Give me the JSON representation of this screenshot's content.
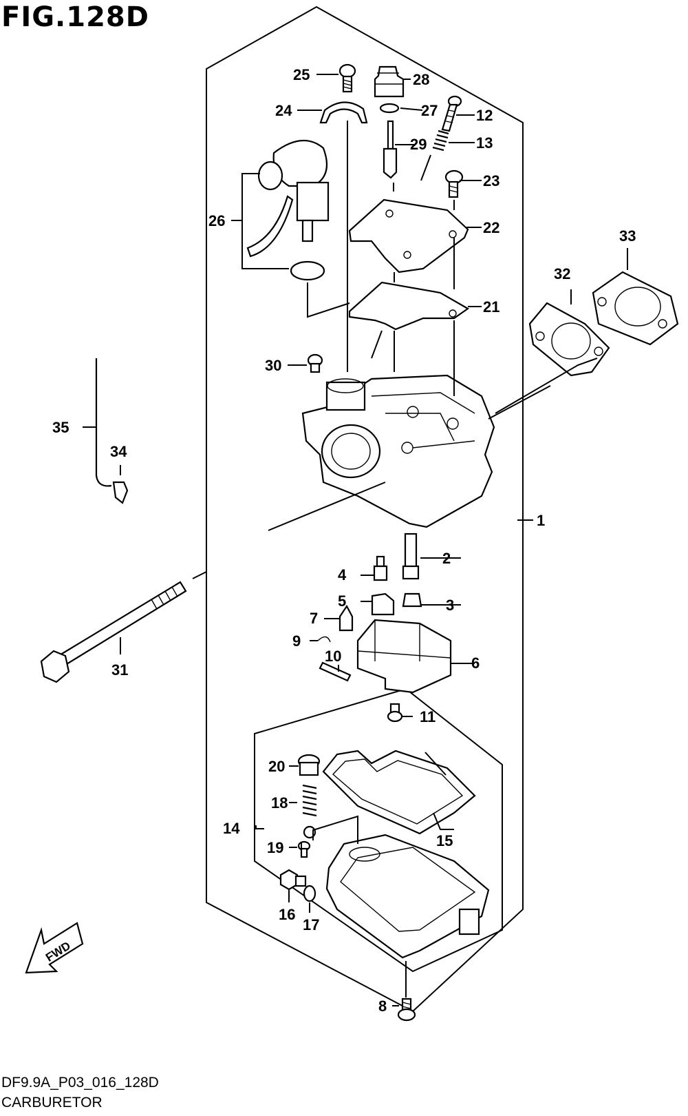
{
  "figure": {
    "title": "FIG.128D",
    "code": "DF9.9A_P03_016_128D",
    "caption": "CARBURETOR",
    "fwd_label": "FWD"
  },
  "callouts": [
    "1",
    "2",
    "3",
    "4",
    "5",
    "6",
    "7",
    "8",
    "9",
    "10",
    "11",
    "12",
    "13",
    "14",
    "15",
    "16",
    "17",
    "18",
    "19",
    "20",
    "21",
    "22",
    "23",
    "24",
    "25",
    "26",
    "27",
    "28",
    "29",
    "30",
    "31",
    "32",
    "33",
    "34",
    "35"
  ]
}
